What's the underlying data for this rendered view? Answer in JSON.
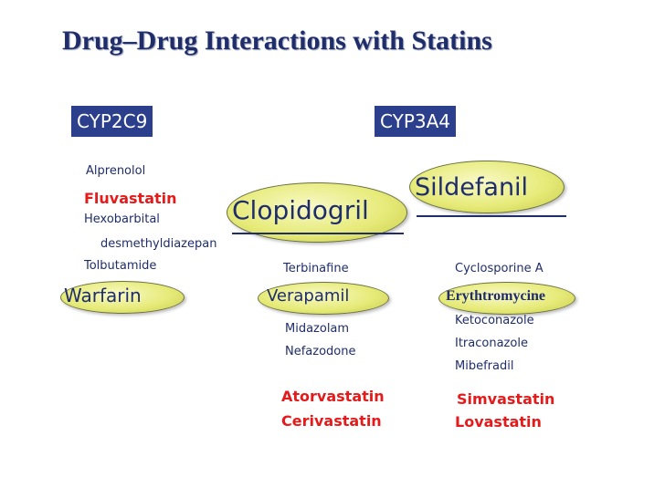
{
  "title": "Drug–Drug Interactions with Statins",
  "enzymes": {
    "left": "CYP2C9",
    "right": "CYP3A4"
  },
  "cyp2c9": {
    "items": [
      "Alprenolol",
      "Hexobarbital",
      "desmethyldiazepan",
      "Tolbutamide"
    ],
    "statin": "Fluvastatin",
    "oval": "Warfarin"
  },
  "center": {
    "big_oval": "Clopidogril",
    "top_item": "Terbinafine",
    "oval": "Verapamil",
    "items": [
      "Midazolam",
      "Nefazodone"
    ],
    "statins": [
      "Atorvastatin",
      "Cerivastatin"
    ]
  },
  "right": {
    "big_oval": "Sildefanil",
    "top_item": "Cyclosporine A",
    "oval": "Erythtromycine",
    "items": [
      "Ketoconazole",
      "Itraconazole",
      "Mibefradil"
    ],
    "statins": [
      "Simvastatin",
      "Lovastatin"
    ]
  },
  "colors": {
    "title": "#1f2d6b",
    "enzyme_bg": "#2b3f8c",
    "statin": "#e51a1a",
    "oval_fill": "#e7eb7a"
  }
}
